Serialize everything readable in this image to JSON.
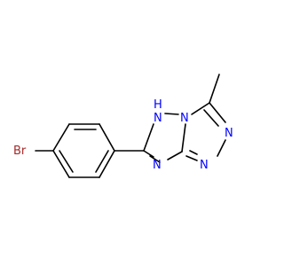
{
  "molecule": {
    "atoms": {
      "bromine": "Br",
      "nh_h": "H",
      "nh_n": "N",
      "n_bridge": "N",
      "n_triazole_upper": "N",
      "n_triazole_lower": "N",
      "n_imine": "N"
    },
    "colors": {
      "bond": "#000000",
      "bromine": "#A52A2A",
      "nitrogen": "#0000FF",
      "background": "#FFFFFF"
    }
  }
}
